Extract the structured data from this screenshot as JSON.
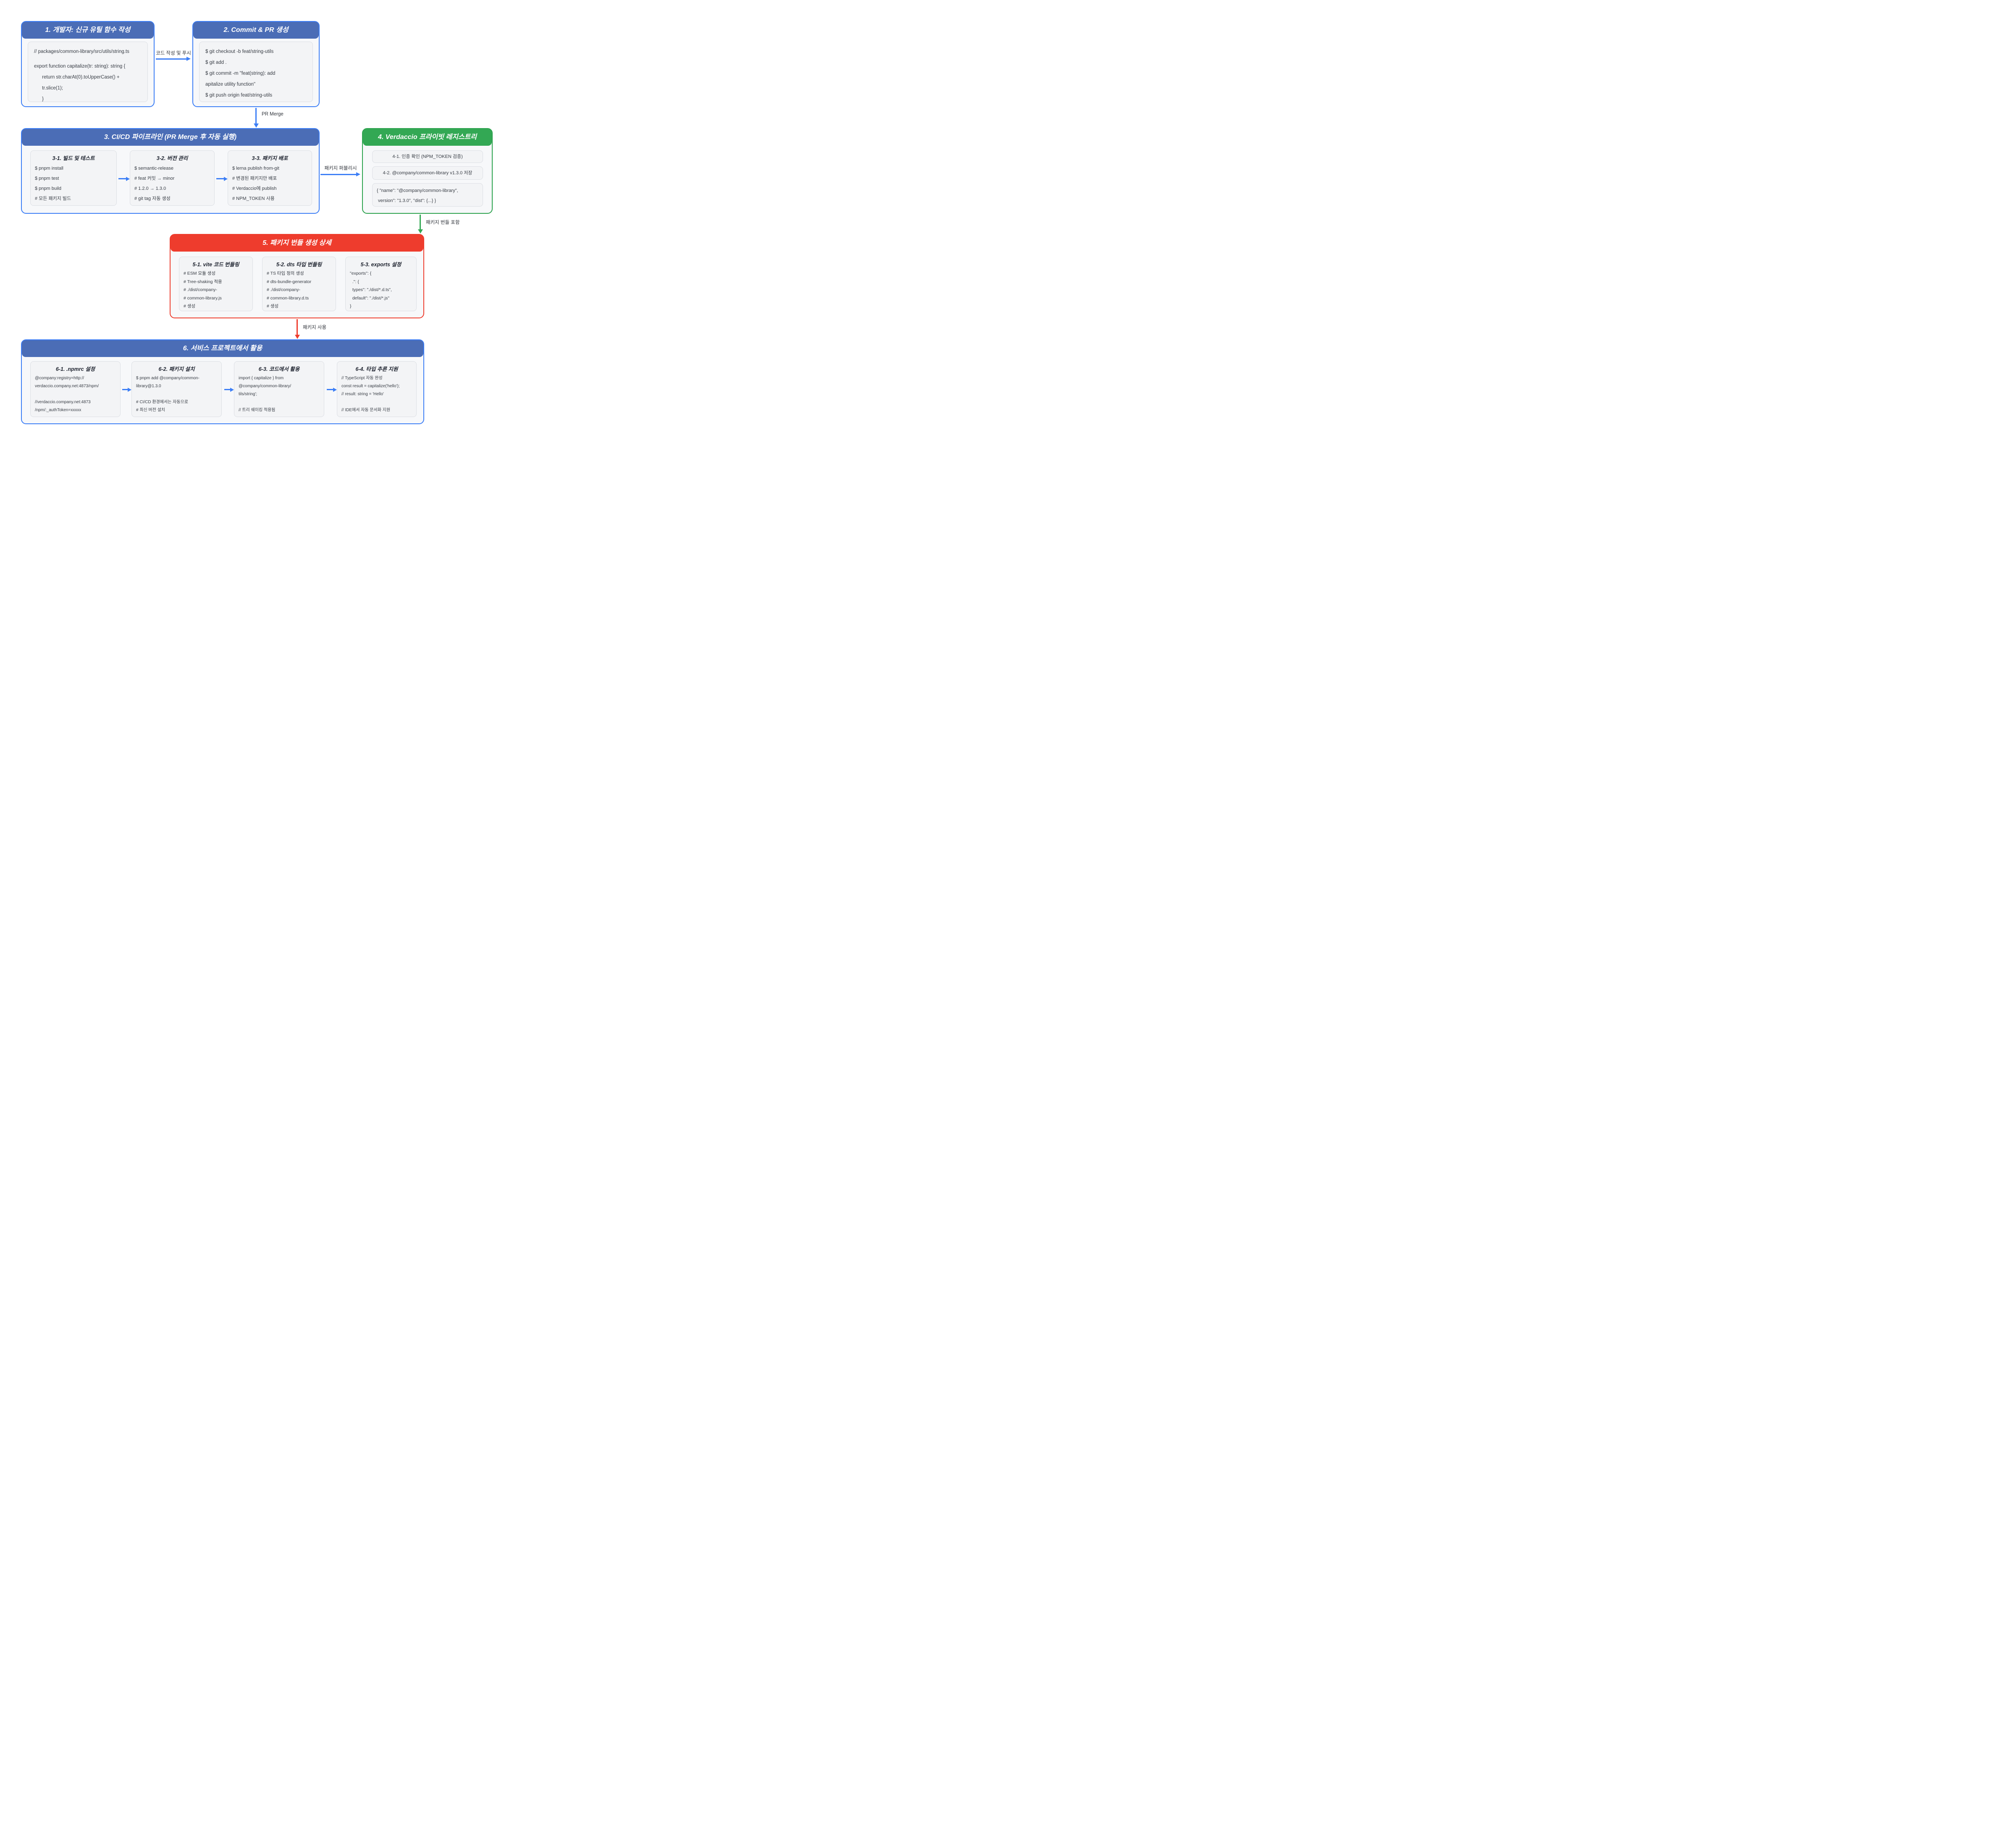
{
  "colors": {
    "blue_header": "#4B6DB6",
    "blue_border": "#3C7EF6",
    "green_header": "#33A854",
    "red_header": "#EE3C2D",
    "card_body_bg": "#F7F8FA",
    "panel_bg": "#F3F4F6",
    "code_text": "#373C44"
  },
  "nodes": {
    "box1": {
      "title": "1. 개발자: 신규 유틸 함수 작성",
      "code": [
        "// packages/common-library/src/utils/string.ts",
        "export function capitalize(tr: string): string {",
        "      return str.charAt(0).toUpperCase() +",
        "      tr.slice(1);",
        "      }"
      ]
    },
    "box2": {
      "title": "2. Commit & PR 생성",
      "code": [
        "$ git checkout -b feat/string-utils",
        "$ git add .",
        "$ git commit -m \"feat(string): add",
        "apitalize utility function\"",
        "$ git push origin feat/string-utils"
      ]
    },
    "box3": {
      "title": "3. CI/CD 파이프라인 (PR Merge 후 자동 실행)",
      "subs": [
        {
          "title": "3-1. 빌드 및 테스트",
          "lines": [
            "$ pnpm install",
            "$ pnpm test",
            "$ pnpm build",
            "# 모든 패키지 빌드"
          ]
        },
        {
          "title": "3-2. 버전 관리",
          "lines": [
            "$ semantic-release",
            "# feat 커밋 → minor",
            "# 1.2.0 → 1.3.0",
            "# git tag 자동 생성"
          ]
        },
        {
          "title": "3-3. 패키지 배포",
          "lines": [
            "$ lerna publish from-git",
            "# 변경된 패키지만 배포",
            "# Verdaccio에 publish",
            "# NPM_TOKEN 사용"
          ]
        }
      ]
    },
    "box4": {
      "title": "4. Verdaccio 프라이빗 레지스트리",
      "rows": [
        "4-1. 인증 확인 (NPM_TOKEN 검증)",
        "4-2. @company/common-library v1.3.0 저장"
      ],
      "json_lines": [
        "{ \"name\": \"@company/common-library\",",
        " version\": \"1.3.0\", \"dist\": {...} }"
      ]
    },
    "box5": {
      "title": "5. 패키지 번들 생성 상세",
      "subs": [
        {
          "title": "5-1. vite 코드 번들링",
          "lines": [
            "# ESM 모듈 생성",
            "# Tree-shaking 적용",
            "# ./dist/company-",
            "# common-library.js",
            "# 생성"
          ]
        },
        {
          "title": "5-2. dts 타입 번들링",
          "lines": [
            "# TS 타입 정의 생성",
            "# dts-bundle-generator",
            "# ./dist/company-",
            "# common-library.d.ts",
            "# 생성"
          ]
        },
        {
          "title": "5-3. exports 설정",
          "lines": [
            "\"exports\": {",
            "  .\": {",
            "  types\": \"./dist/*.d.ts\",",
            "  default\": \"./dist/*.js\"",
            "}"
          ]
        }
      ]
    },
    "box6": {
      "title": "6. 서비스 프로젝트에서 활용",
      "subs": [
        {
          "title": "6-1. .npmrc 설정",
          "lines": [
            "@company:registry=http://",
            "verdaccio.company.net:4873/npm/",
            " ",
            "//verdaccio.company.net:4873",
            "/npm/:_authToken=xxxxx"
          ]
        },
        {
          "title": "6-2. 패키지 설치",
          "lines": [
            "$ pnpm add @company/common-",
            "library@1.3.0",
            " ",
            "# CI/CD 환경에서는 자동으로",
            "# 최신 버전 설치"
          ]
        },
        {
          "title": "6-3. 코드에서 활용",
          "lines": [
            "import { capitalize } from",
            "@company/common-library/",
            "tils/string';",
            " ",
            "// 트리 쉐이킹 적용됨"
          ]
        },
        {
          "title": "6-4. 타입 추론 지원",
          "lines": [
            "// TypeScript 자동 완성",
            "const result = capitalize('hello');",
            "// result: string = 'Hello'",
            " ",
            "// IDE에서 자동 문서화 지원"
          ]
        }
      ]
    }
  },
  "edges": {
    "e12": "코드 작성 및 푸시",
    "e23": "PR Merge",
    "e34": "패키지 퍼블리시",
    "e45": "패키지 번들 포함",
    "e56": "패키지 사용"
  }
}
